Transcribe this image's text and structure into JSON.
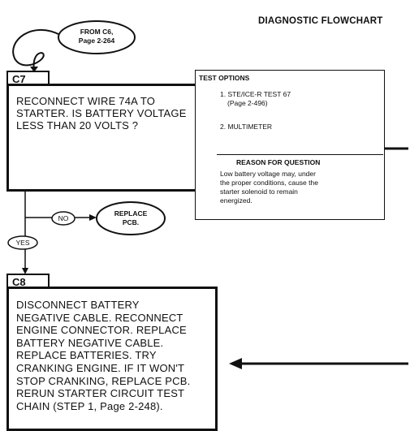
{
  "header": {
    "title": "DIAGNOSTIC FLOWCHART"
  },
  "from_oval": {
    "line1": "FROM C6,",
    "line2": "Page 2-264"
  },
  "step_c7": {
    "tab": "C7",
    "lines": [
      "RECONNECT WIRE 74A TO",
      "STARTER. IS BATTERY VOLTAGE",
      "LESS THAN 20 VOLTS ?"
    ]
  },
  "test_options": {
    "heading": "TEST OPTIONS",
    "opt1_line1": "1. STE/ICE-R TEST 67",
    "opt1_line2": "(Page 2-496)",
    "opt2": "2. MULTIMETER"
  },
  "reason": {
    "heading": "REASON FOR QUESTION",
    "lines": [
      "Low battery voltage may, under",
      "the proper conditions, cause the",
      "starter solenoid to remain",
      "energized."
    ]
  },
  "branch_no": {
    "label": "NO"
  },
  "replace_pcb": {
    "line1": "REPLACE",
    "line2": "PCB."
  },
  "branch_yes": {
    "label": "YES"
  },
  "step_c8": {
    "tab": "C8",
    "lines": [
      "DISCONNECT BATTERY",
      "NEGATIVE CABLE. RECONNECT",
      "ENGINE CONNECTOR. REPLACE",
      "BATTERY NEGATIVE CABLE.",
      "REPLACE BATTERIES. TRY",
      "CRANKING ENGINE. IF IT WON'T",
      "STOP CRANKING, REPLACE PCB.",
      "RERUN STARTER CIRCUIT TEST",
      "CHAIN (STEP 1, Page 2-248)."
    ]
  }
}
